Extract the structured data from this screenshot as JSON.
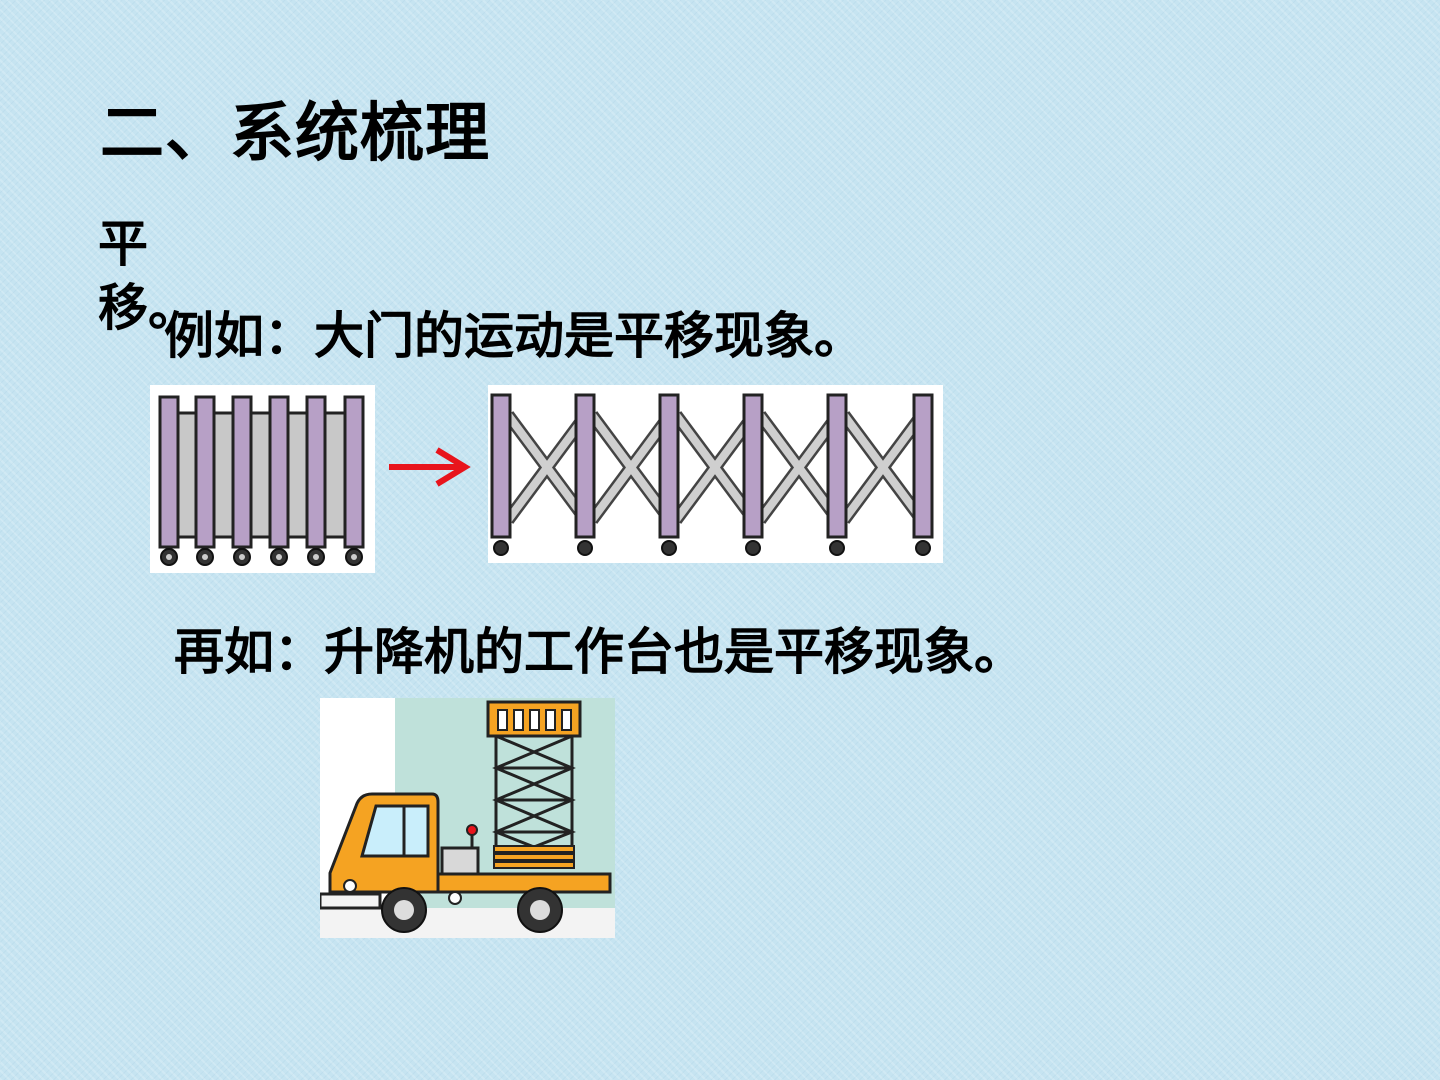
{
  "slide": {
    "title": "二、系统梳理",
    "topic": "平移。",
    "example1": "例如：大门的运动是平移现象。",
    "example2": "再如：升降机的工作台也是平移现象。"
  },
  "colors": {
    "background": "#c6e4f1",
    "gate_bar": "#b7a0c6",
    "gate_panel": "#c8c8c8",
    "arrow": "#e8141c",
    "truck_orange": "#f5a322",
    "truck_window": "#c9eefb",
    "wall": "#bfe1da"
  },
  "icons": {
    "gate_closed": "folding-gate-closed-icon",
    "gate_open": "folding-gate-open-icon",
    "arrow": "arrow-right-icon",
    "truck": "scissor-lift-truck-icon"
  }
}
